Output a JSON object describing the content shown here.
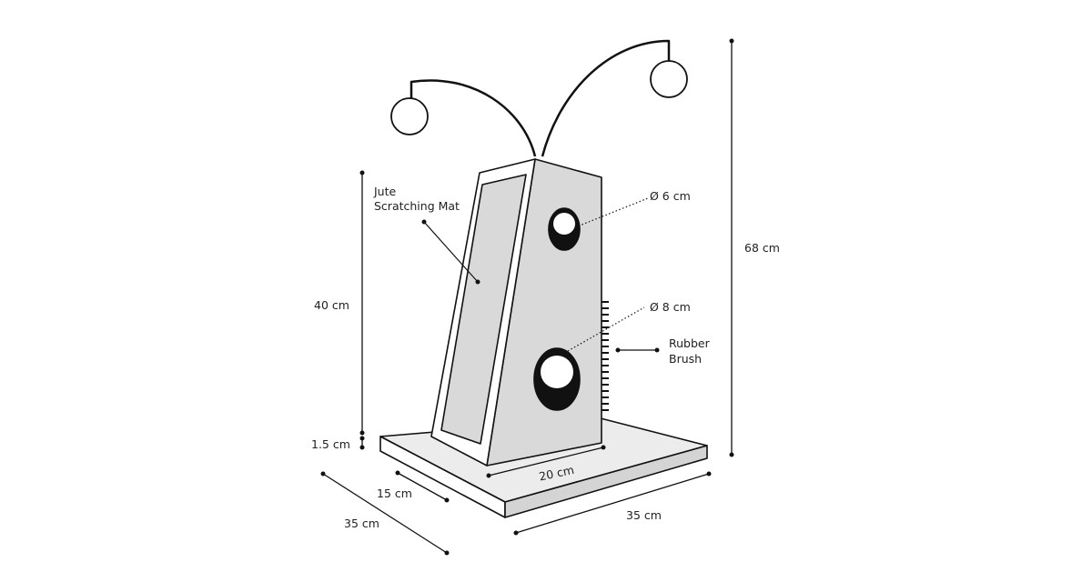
{
  "labels": {
    "mat_line1": "Jute",
    "mat_line2": "Scratching Mat",
    "hole_small": "Ø 6 cm",
    "hole_large": "Ø 8 cm",
    "brush_line1": "Rubber",
    "brush_line2": "Brush",
    "total_height": "68 cm",
    "tower_height": "40 cm",
    "base_thickness": "1.5 cm",
    "tower_depth": "15 cm",
    "base_depth": "35 cm",
    "tower_width": "20 cm",
    "base_width": "35 cm"
  },
  "colors": {
    "line": "#111111",
    "face": "#d9d9d9",
    "base_top": "#ececec",
    "base_side": "#d4d4d4"
  }
}
